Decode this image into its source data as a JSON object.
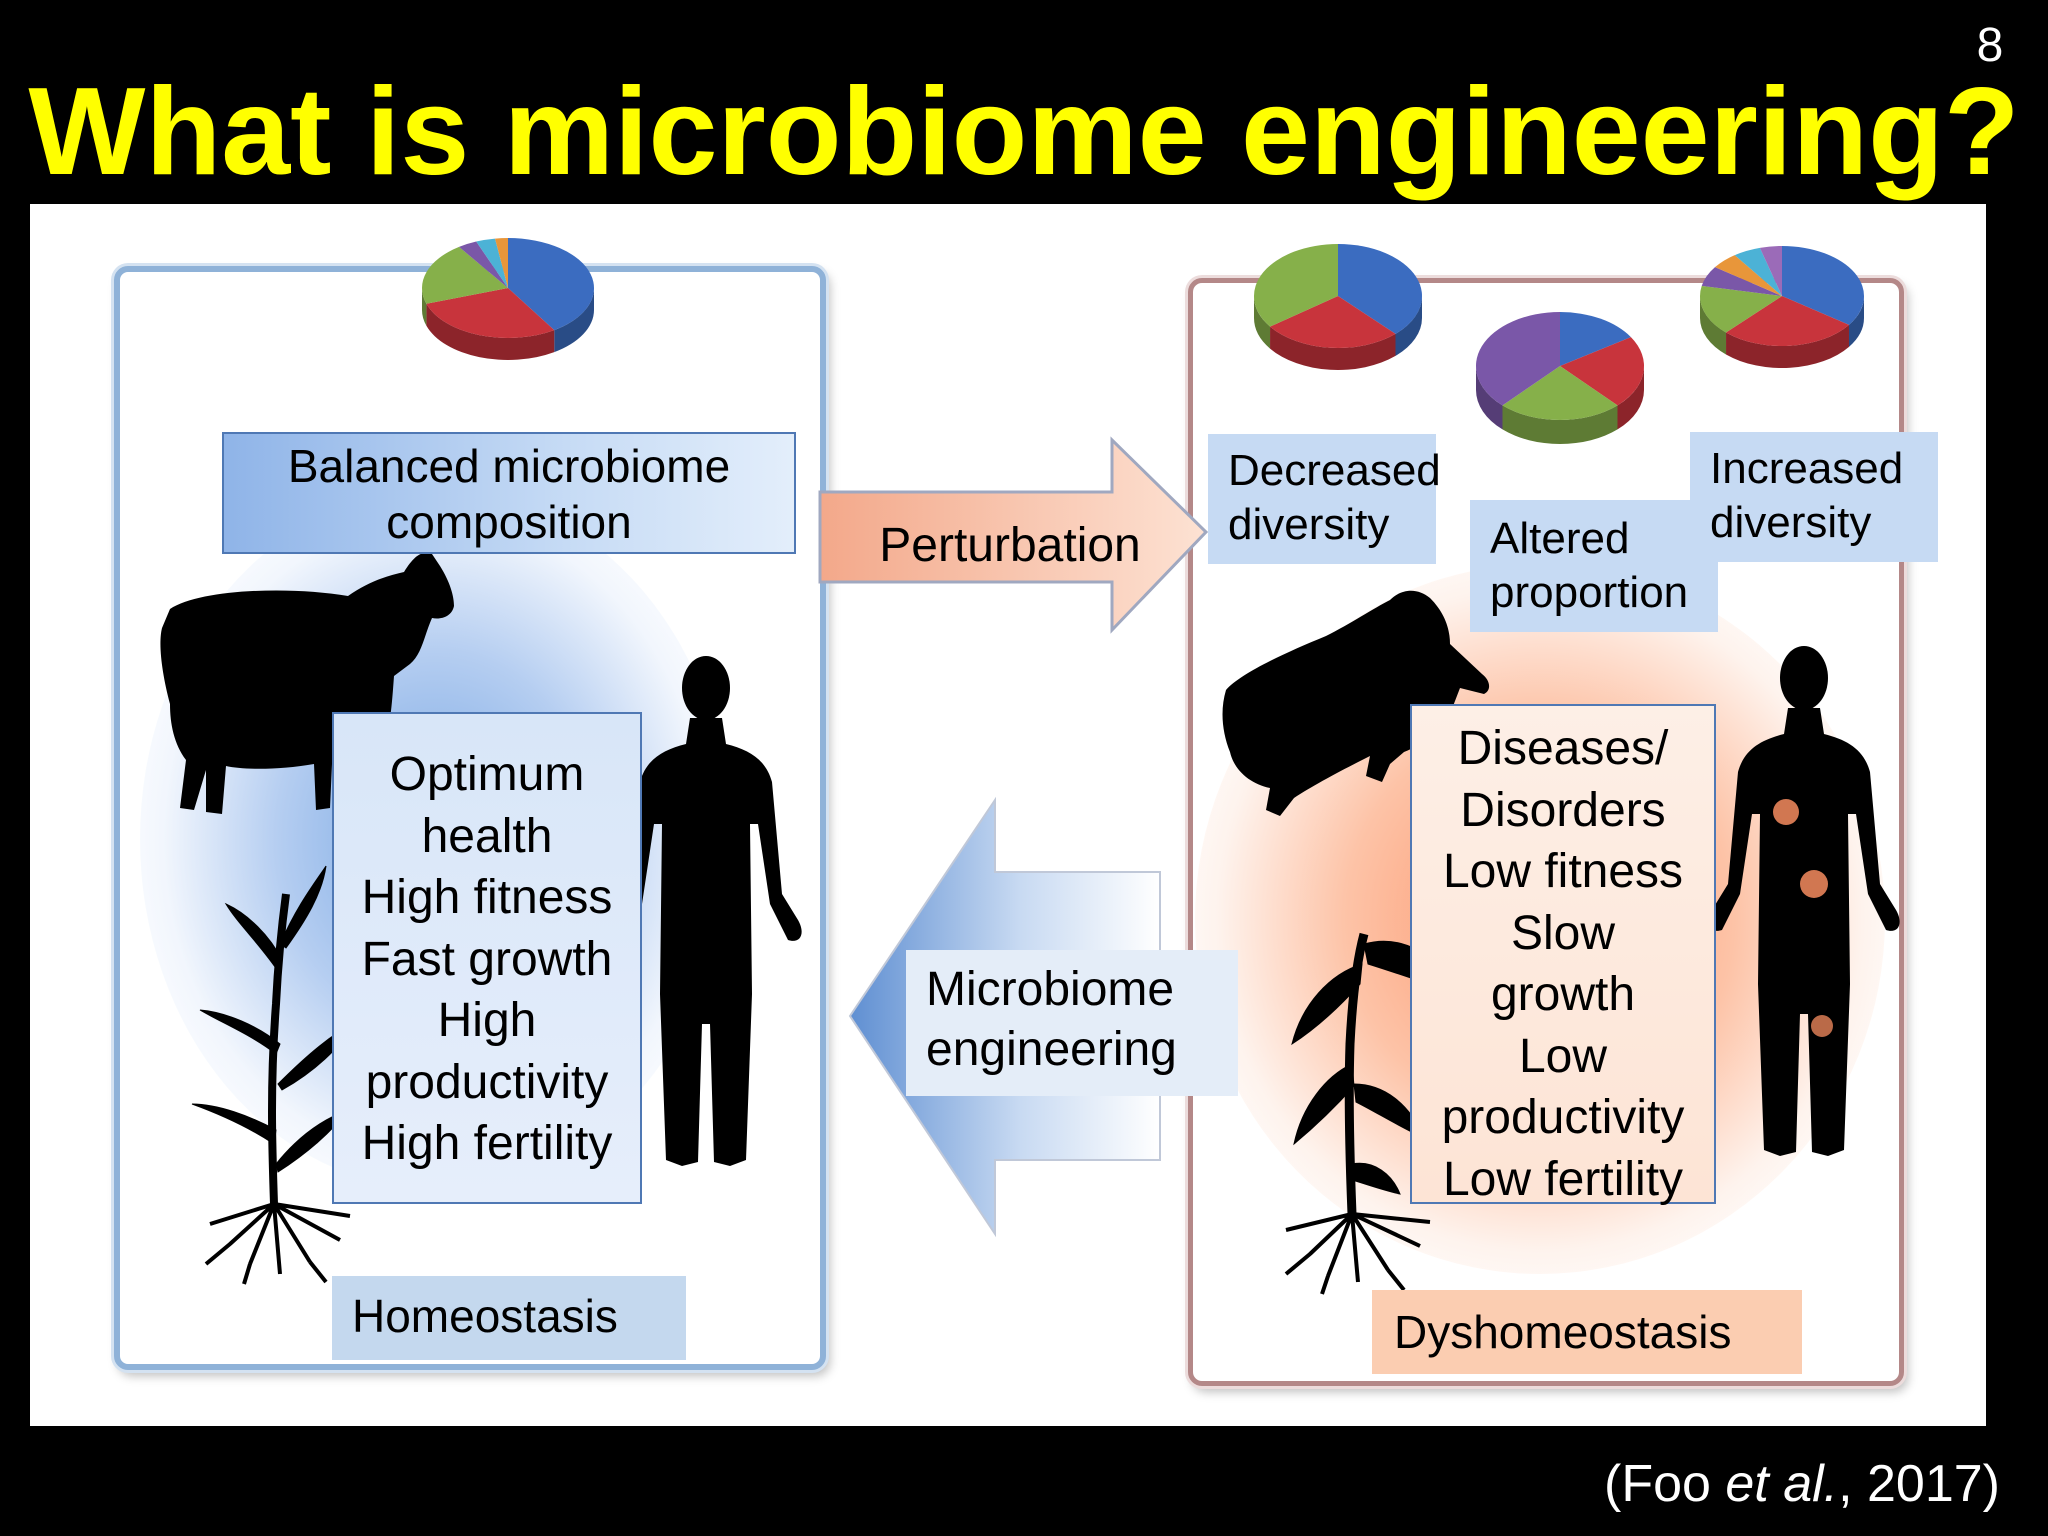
{
  "slide": {
    "number": "8",
    "title": "What is microbiome engineering?"
  },
  "left_panel": {
    "composition_label": [
      "Balanced microbiome",
      "composition"
    ],
    "outcomes": [
      "Optimum",
      "health",
      "High fitness",
      "Fast growth",
      "High",
      "productivity",
      "High fertility"
    ],
    "state_label": "Homeostasis"
  },
  "right_panel": {
    "change_labels": {
      "decreased": [
        "Decreased",
        "diversity"
      ],
      "altered": [
        "Altered",
        "proportion"
      ],
      "increased": [
        "Increased",
        "diversity"
      ]
    },
    "outcomes": [
      "Diseases/",
      "Disorders",
      "Low fitness",
      "Slow",
      "growth",
      "Low",
      "productivity",
      "Low fertility"
    ],
    "state_label": "Dyshomeostasis"
  },
  "arrows": {
    "forward_label": "Perturbation",
    "backward_label": [
      "Microbiome",
      "engineering"
    ]
  },
  "citation": {
    "prefix": "(Foo ",
    "italic": "et al.",
    "suffix": ", 2017)"
  },
  "colors": {
    "title": "#ffff00",
    "healthy_blue": "#6fa0e1",
    "disease_orange": "#fc8c5f",
    "pie_blue": "#3b6cc0",
    "pie_red": "#c8343c",
    "pie_green": "#86b04a",
    "pie_purple": "#7a57a8",
    "pie_orange": "#e8963a",
    "pie_cyan": "#4cb2d6"
  },
  "icons": [
    "cow-silhouette-icon",
    "human-silhouette-icon",
    "plant-silhouette-icon",
    "pie-chart-icon"
  ]
}
